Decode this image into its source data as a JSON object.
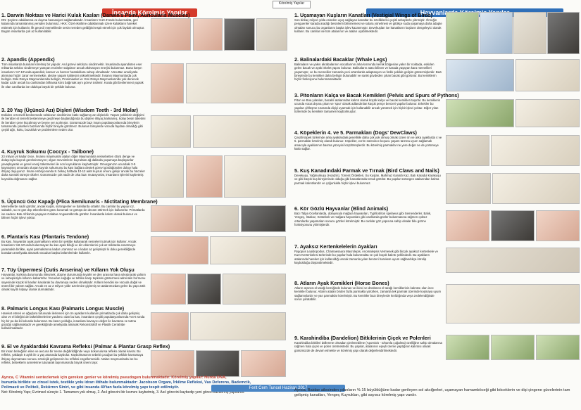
{
  "header": {
    "left_banner": "İnsanda Körelmiş Yapılar",
    "right_banner": "Hayvanlarda Körelmiş Yapılar",
    "center_label": "Körelmiş Yapılar"
  },
  "left_sections": [
    {
      "title": "1. Darwin Noktası ve Harici Kulak Kasları (Darwin's Point, Auricularis Muscles)",
      "body": "DN: Şeylere odaklanma ve duyma hassasiyeti sağlamaktadır. İnsanların %10-4'ünde bulunmakta, geri kalanında tamamlanmış yeniden bulunmaz. HKK: Özel eksiltme odaklanmak üzere kulakların hareket ettirmek için kullanılır. İlk gececil memelilerde sesin nereden geldiğini tespit etmek için çok faydalı olmuştur. Bugün insanlarda çok az kullanılabilir."
    },
    {
      "title": "2. Apandis (Appendix)",
      "body": "Tüm insanlarda bulunan körelmiş bir yapıdır. Asıl görevi selülozu sindirmektir. İnsanlarda apandisten eser miktarda selüloz sindirmeye yarayan enzimler salgılanır ancak aktivasyon enerjisi bulunmaz. Buna karşın insanların %7-10'unda apandisit, kanser ve benzer hastalıklara sebep olmaktadır. Vücuttan ameliyatla alınması hiçbir zarar vermemekte, aksine yaşam kalitesini yükseltmektedir. İnsansı Maymunlarda çok belirgin. Eski Dünya Maymunlarında belirgin, Prosimianlar ve Yeni Dünya Maymunlarında yok denecek kadar azdır ancak bu canlılardan bilhassa körü bağırsak aynı görevi üstlenir. Koala gibi beslenmesi yaprak ile olan canlılarda ise oldukça büyük bir şekilde bulunur."
    },
    {
      "title": "3. 20 Yaş (Üçüncü Azı) Dişleri (Wisdom Teeth - 3rd Molar)",
      "body": "Eskiden ot temelli beslenmede selülozun sindirimine katkı sağlamış azı dişleridir. Yaşam şeklinizin değişimi ile beraber et temelli beslenmeye geçilmeye başlandığında bu dişlere ihtiyaç kalmamış, kolay besin tüketimi ile beraber çene küçülmüş ve beyne yer açılmıştır. Günümüzde bazı insan popülasyonlarında bireylerin tamamında çıkarken bazılarında hiçbir bireyde görülmez. Bulunan bireylerde vücuda faydası olmadığı gibi çeşitli ağrı, koku, bozukluk ve problemlere neden olur."
    },
    {
      "title": "4. Kuyruk Sokumu (Coccyx - Tailbone)",
      "body": "23 milyon yıl kadar önce, İnsansı maymunlar ataları diğer Maymunlarla neksebetten ötürü denge ve dolayısıyla kuyruk gereksinmeyen; olgun mevsimlerin kuyruktan ağ dallarda yaşamaya başlayanlar yavaşlayarak ve genel enerji tüketmeleri ile son kuyruklarını kaybetmiştir. Omurganızın ucundaki 3-5 kaynaşmış omurdan oluşan kuyruk sokumunu bu kası bağlara destek görevi gördüğünden dolayı hala ihtiyaç duyuyoruz. İnsan embriyosunda 8. birkaç haftada 10-12 adet kuyruk omuru gelişir ancak bu hücreler daha sonraki süreçte ölürler. Günümüzde çok nadir de olsa bazı mutasyonlar, insanların işlevini kaybetmiş kuyrukla doğmasını sağlar."
    },
    {
      "title": "5. Üçüncü Göz Kapağı (Plica Semilunaris - Nictitating Membrane)",
      "body": "Memelilerde nadir görülür, ancak kuşlar, sürüngenler ve balıklarda ortaktır. Bu canlılar bu yapıyı toz, sakatlık, su ve göz dışı etkenlerden gözü korumak ve görüşü de devam ettirmek için kullanırlar. Primatlarda ise sadece Batı Afrika'da yaşayan Calabar Angwantibo'da görülür. İnsanlarda kalıntı olarak bulunur ve bilinen hiçbir işlevi yoktur."
    },
    {
      "title": "6. Plantaris Kası (Plantaris Tendone)",
      "body": "Bu kası, hayvanlar ayak parmaklarını etkin bir şekilde kullanarak nesneleri tutmak için kullanır. Ancak İnsanların %8-10'unda bulunmayan bu kas ayak bileği ve diz eklemlerini çok az miktarda esnetmeye yaramakla birlikte, ayak parmaklarına kadar uzanmaz ve o kadar az gelişmiştir ki doku gerekliliğinde buradan ameliyatla alınarak vücudun başka bölümlerinde kullanılır."
    },
    {
      "title": "7. Tüy Ürpermesi (Cutis Anserina) ve Kılların Yok Oluşu",
      "body": "Hayvanlar, korkma durumunda irileşmek, düşme durumunda kıyafet ve den arasına hava sıkıştırarak yalıtım ve sebepleriyle kıllarını kabartırlar. Vücudun soğuğa ve tehlike karşı tepkisini göstermesi adrenalin hormonu sayesinde küçük kil kasları kasılarak bu davranışa neden olmaktadır. Kılların kendisi ise vücuda doğal ve önemli bir yalıtım sağlar. Ancak en az 2 milyon yıldır üzerimize giyinmiş ve atalarımızdan gelen bu yapı artık olarak kayıtlı kılpayı olarak durmaktadır."
    },
    {
      "title": "8. Palmaris Longus Kası (Palmaris Longus Muscle)",
      "body": "Hareket etmek ve ağaçlara tutunurak ilerlemek için ön ayakların kullanan primatlarda çok daha gelişmiş olan ve el bileğini de bükebilmelerine yardımcı olan bu kas, insanların çeşitli popülasyonlarında %4-6 sında hiç bir pa da iki kolunda bulunmaz. Bu kasın yokluğu, insanlara kavrayıcı değer ile kavrama ve tutma gücüğü sağlamaktadır ve gerektiğinde ameliyatla alınarak Rekonstrüktif ve Plastik Cerrahide kullanılmaktadır."
    },
    {
      "title": "9. El ve Ayaklardaki Kavrama Refleksi (Palmar & Plantar Grasp Reflex)",
      "body": "Bir insan bebeğinin eline ve avcuna bir nesne değdirildiğinde veya dokunulursa refleks olarak kavrar. Bu refleks, yaklaşık 6 aylık ile 1 yaş arasında kaybolur. Kaybolmasının sebebi çocuğun bu şekilde kavramaya ihtiyaç duymaması sonucu nörolojik gelişmenin bu refleksi engellemesidir. Ataları maymunlarda ise bu refleks, bebeklerin annelerine tutunarak taşınmasında büyük önem taşır."
    }
  ],
  "left_footer": {
    "line1": "Ayrıca, C Vitamini sentezlemek için gereken genler ve körelmiş pseudogen bulunmaktadır. Körelmiş yapılar: Hurda DNA,",
    "line2": "bununla birlikte ve cinsel istek, testikle yolu idrarı iltihabı bulunmaktadır: Jacobson Organı, İrkilme Refleksi, Vas Deferens, Bademcik,",
    "line3": "Polimasti ve Politeli, Rekürren Siniri, ve gibi insanda 40'tan fazla körelmiş yapı tespit edilmiştir.",
    "note": "Not: Körelmiş Yapı; Evrimsel süreçte 1. Tamamen yok olmuş, 2. Asıl görevini bir kısmını kaybetmiş, 3. Asıl görevini kaybedip yeni görevi kazanmış yapılardır."
  },
  "right_sections": [
    {
      "title": "1. Uçamayan Kuşların Kanatları (Vestigial Wings of Birds)",
      "body": "Son birkaç milyon yılda esinden uçuş sağlayan kanatlar bu özelliklerini çeşitli sebeplerle yitirmiştir. Örneğin penguenler karada aradığı besinlerin bilinmemesi ve sulara yönelmesi ve gittikçe suda yaşamaya daha adapte olmaları sonucu bu organlarını başka işlev kazanmıştır. Devekuşları ise kanatlarını kuşların dengeleyici olarak kullanır. Bu canlılar ise tüm atalarının ve ataları uçabilmektedir."
    },
    {
      "title": "2. Balinalardaki Bacaklar (Whale Legs)",
      "body": "Balinaların ve yakın akrabalarının vücutlarının arka kısmında kemik bölgesine yakın bir noktada, eskiden gelen bacak ve ayak iskelet yapısı bulunur. Balinaların atası bilinen ve karada yaşayan kara memelileri yaşamıştır, ve bu memeliler zamanla yeni ortamlarda adaptasyon ve farklı şekilde gelişim göstermişlerdir. Bazı bireylerde bu kemikler daha belirgin bulunabilir ve sanki gövdeden çıkan bacak gibi görünür. Bu kemiklerin hiçbir fonksiyonu bulunmamaktadır."
    },
    {
      "title": "3. Pitonların Kalça ve Bacak Kemikleri (Pelvis and Spurs of Pythons)",
      "body": "Piton ve Boa yılanları, bacaklı atalarından kalıntı olarak küçük kalça ve bacak kemikleri taşırlar. Bu kemiklerin ucunda vücut dışına çıkan ve 'spur' olarak adlandırılan küçük pençe benzeri yapılar bulunur. Erkekler bu yapıları çiftleşme sırasında dişiyi uyarmak için kullanabilir ancak yürümek için hiçbir işlevi yoktur. Diğer yılan türlerinde bu kemikler tamamen kaybolmuştur."
    },
    {
      "title": "4. Köpeklerin 4. ve 5. Parmakları (Dogs' DewClaws)",
      "body": "Çeşitli köpek türlerinde arka ayaklardaki genellikle daha çok yok olmuş olmak üzere ön ve arka ayaklarda 4 ve 5. parmaklar körelmiş olarak bulunur. Köpekler, evrim süresince koşucu yaşam tarzına uyum sağlamak amacıyla ayaklarının basma yüzeyini küçültmüşlerdir. Bu körelmiş parmaklar ne yere değer ne de yürümeye katkı sağlar."
    },
    {
      "title": "5. Kuş Kanadındaki Parmak ve Tırnak (Bird Claws and Nails)",
      "body": "Devekuşu, Yağmurkuşu (Hoatzin), Torrent Ördekleri, Su Kuşları, Mahmuz Kanatlı Kaz, Batı Karadul Karakuşu ve gibi küçük kuş bireylerinde olduğu gibi kanatlarında tırnak görülür. Bu yapılar sürüngen atalarından kalma parmak kalıntılarıdır ve çoğunlukla hiçbir işlevi bulunmaz."
    },
    {
      "title": "6. Kör Gözlü Hayvanlar (Blind Animals)",
      "body": "Bazı Talpa Ocellanlarda, dolayısıyla mağara hayvanları, Typhlotriton spelaeus gibi Semenderler, Balık, Yengeç, İstakoz, Köstebek ve mağara hayvanları gibi canlılarda gözler bulunmasına rağmen ışıksız ortamlarda yaşamaları sonucu gözleri körelmiştir. Bu canlılar göz yapısına sahip olsalar bile görme fonksiyonunu yitirmişlerdir."
    },
    {
      "title": "7. Ayaksız Kertenkelelerin Ayakları",
      "body": "Pygopus Lepidopodus, Chamaesaura Macrolepis, Anomalepsis Vermesek gibi birçok ayaksız kertenkele ve Kum Kertenkelesi türlerinde bu yapılar hala bulunmakta ve çok küçük kalıntı şeklindedir. Bu ayakların atalarında hareket için kullanıldığı ancak zamanla yılan benzeri harekete uyum sağlandıkça körelip kaybolduğu düşünülmektedir."
    },
    {
      "title": "8. Atların Ayak Kemikleri (Horse Bones)",
      "body": "Atların üçüncü el tarağı kemiğinde bulunan ve ikinci ve dördüncü el tarağı kemiklerinin kalıntısı olan ince kemikler bulunur. Atların ataları birden fazla parmakla yürürken, zamanla tek parmak üzerinde koşmaya uyum sağlamışlardır ve yan parmaklar körelmiştir. Bu kemikler bazı bireylerde kırıldığında veya zedelendiğinde sorun yaratabilir."
    },
    {
      "title": "9. Karahindiba (Dandelion) Bitkilerinin Çiçek ve Polenleri",
      "body": "Karahindiba bitkileri döllenme olmadan çimlenebilme (Apomixis - tohumla çoğalma) özelliğine sahip olmalarına rağmen hala çiçek ve polen üretmektedir. Bu yapılar, atalarının eşeyli üreme yaptığının kalıntısı olarak günümüzde de devam etmekte ve körelmiş yapı olarak değerlendirilmektedir."
    }
  ],
  "right_footer": {
    "text": "Ayrıca, Baidae ailesinden yılanların % 15 büyüklüğüne kadar gerileyen sol akciğerleri, uçamayan hamamböceği gibi böceklerin ve dişi çingene güvelerinin tam gelişmiş kanatları, Yengeç Kuyrukları, gibi sayısız körelmiş yapı vardır."
  },
  "footer_bar": "Ferit Cem Tuncel Haziran 2017"
}
